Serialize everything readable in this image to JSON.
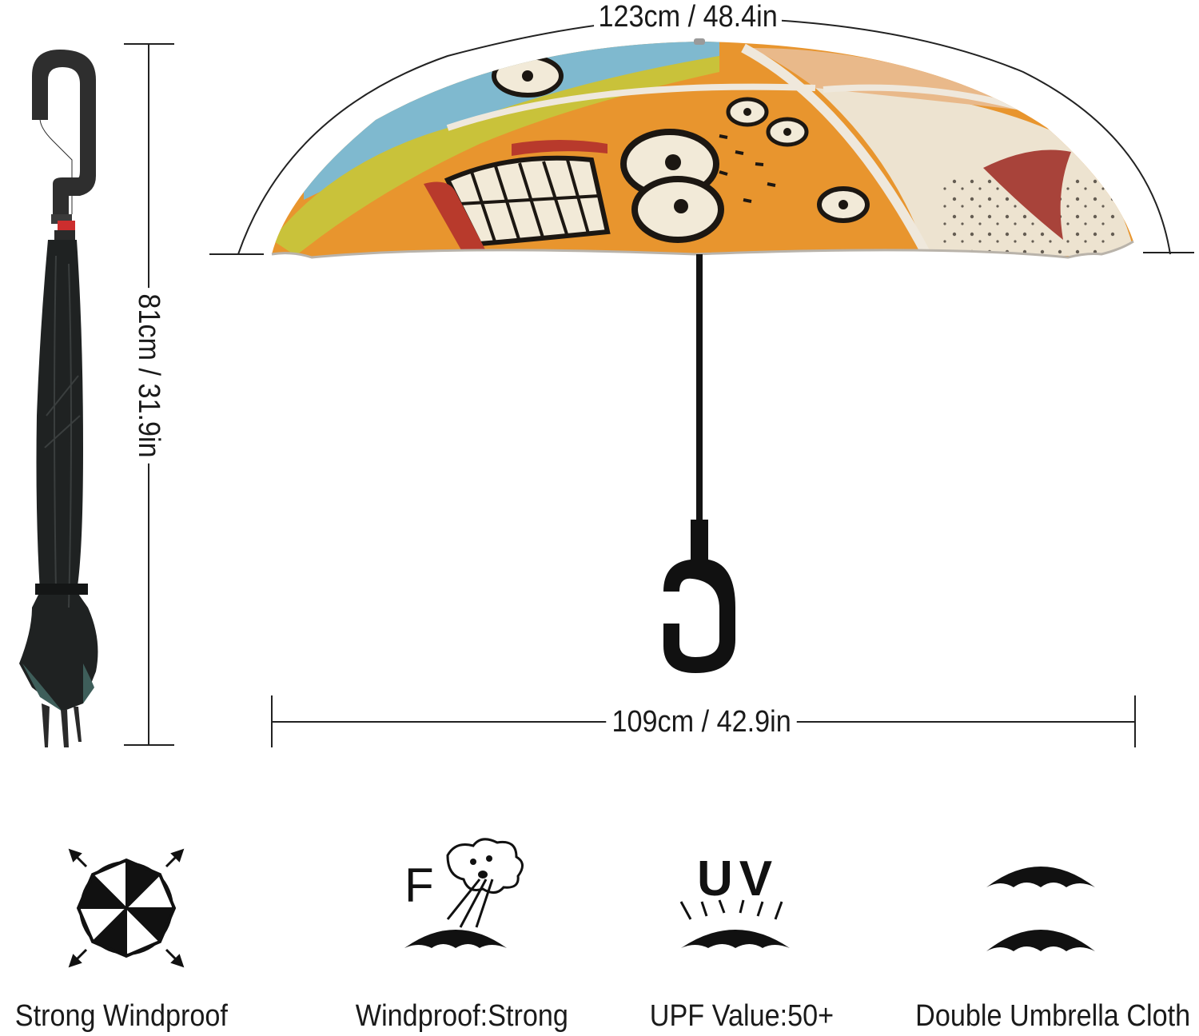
{
  "dimensions": {
    "open_width": "123cm / 48.4in",
    "span_width": "109cm / 42.9in",
    "closed_length": "81cm / 31.9in"
  },
  "features": [
    {
      "icon": "umbrella-wind-arrows-icon",
      "label": "Strong Windproof"
    },
    {
      "icon": "wind-fan-cloud-icon",
      "label": "Windproof:Strong"
    },
    {
      "icon": "uv-sun-canopy-icon",
      "label": "UPF Value:50+"
    },
    {
      "icon": "double-canopy-icon",
      "label": "Double Umbrella Cloth"
    }
  ],
  "icon_glyphs": {
    "fan_letter": "F",
    "uv_text": "UV"
  },
  "colors": {
    "canopy_orange": "#E8952E",
    "canopy_blue": "#7FB9CF",
    "canopy_yellow": "#C9C23A",
    "canopy_cream": "#EDE3D0",
    "canopy_red": "#A8433A",
    "closed_umbrella": "#1F2222",
    "closed_inner_teal": "#3E5E5A",
    "line": "#222222"
  }
}
